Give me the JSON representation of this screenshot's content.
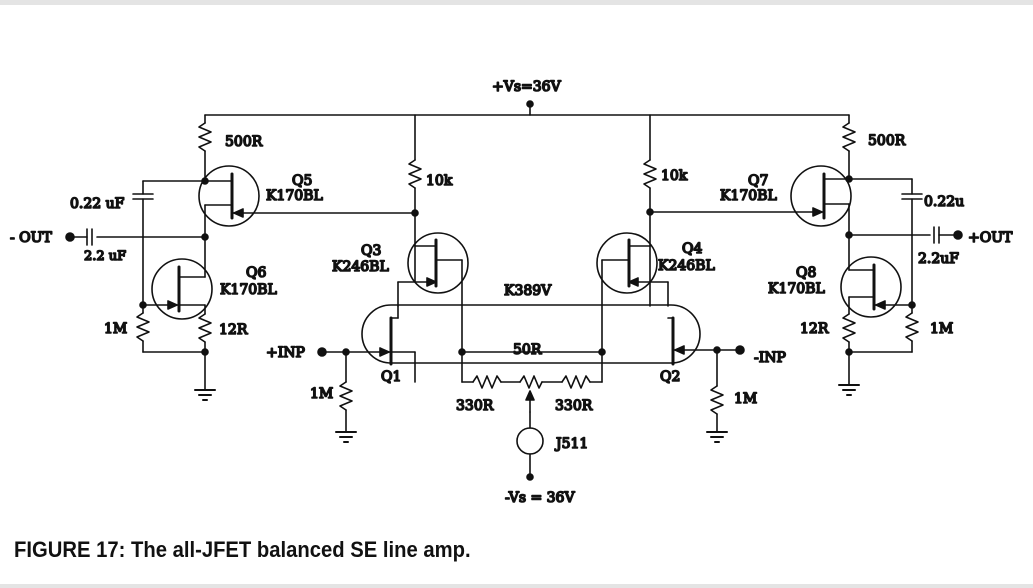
{
  "labels": {
    "vs_pos": "+Vs=36V",
    "vs_neg": "-Vs = 36V",
    "r500_left": "500R",
    "r500_right": "500R",
    "c022_left": "0.22 uF",
    "c022_right": "0.22u",
    "out_neg": "- OUT",
    "out_pos": "+OUT",
    "c22_left": "2.2 uF",
    "c22_right": "2.2uF",
    "q5_name": "Q5",
    "q5_part": "K170BL",
    "q6_name": "Q6",
    "q6_part": "K170BL",
    "q7_name": "Q7",
    "q7_part": "K170BL",
    "q8_name": "Q8",
    "q8_part": "K170BL",
    "q3_name": "Q3",
    "q3_part": "K246BL",
    "q4_name": "Q4",
    "q4_part": "K246BL",
    "q1_name": "Q1",
    "q2_name": "Q2",
    "dual_part": "K389V",
    "r10k_left": "10k",
    "r10k_right": "10k",
    "r1m_left": "1M",
    "r1m_right": "1M",
    "r12_left": "12R",
    "r12_right": "12R",
    "inp_pos": "+INP",
    "inp_neg": "-INP",
    "r1m_inp_left": "1M",
    "r1m_inp_right": "1M",
    "r50": "50R",
    "r330_left": "330R",
    "r330_right": "330R",
    "j511": "J511"
  },
  "caption": "FIGURE 17: The all-JFET balanced SE line amp."
}
